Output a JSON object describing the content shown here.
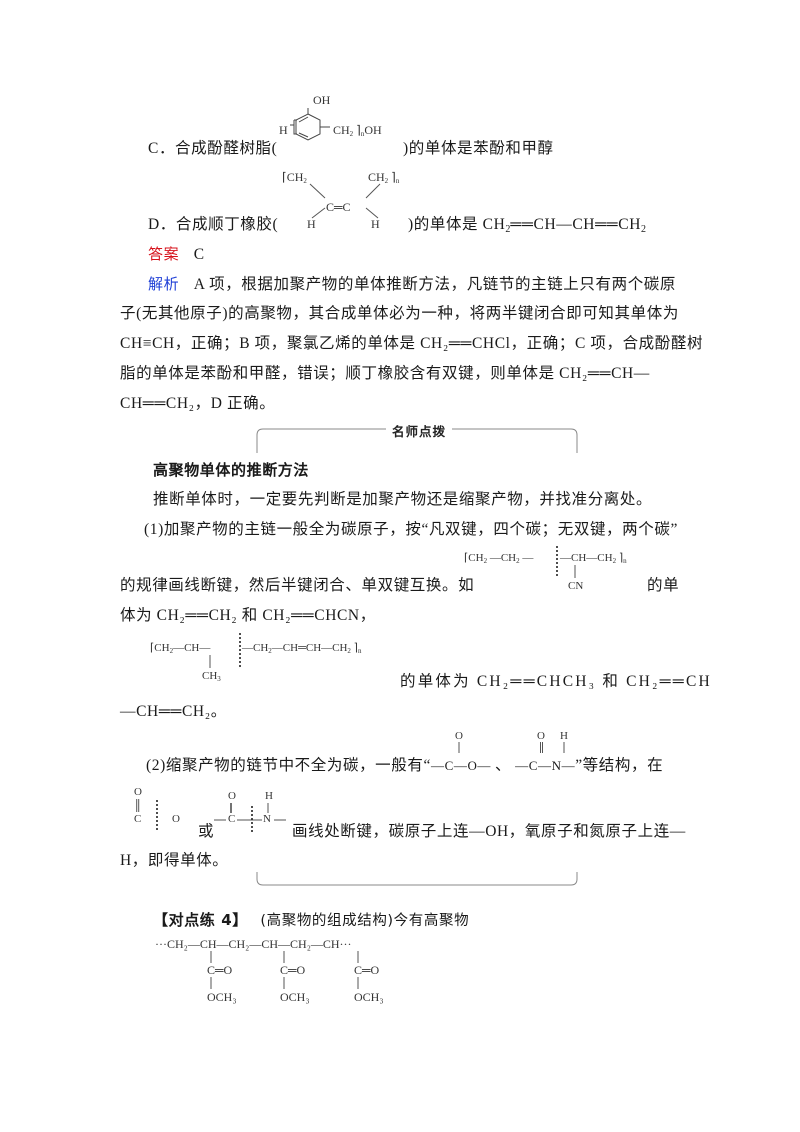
{
  "option_c": {
    "label": "C．合成酚醛树脂(",
    "formula": {
      "top": "OH",
      "left": "H",
      "mid": "CH",
      "sub": "2",
      "n": "n",
      "right": "OH"
    },
    "tail": ")的单体是苯酚和甲醇"
  },
  "option_d": {
    "label": "D．合成顺丁橡胶(",
    "formula": {
      "tl": "CH",
      "tl_sub": "2",
      "tr": "CH",
      "tr_sub": "2",
      "n": "n",
      "cc": "C═C",
      "h1": "H",
      "h2": "H"
    },
    "tail_pre": ")的单体是 CH",
    "tail_sub1": "2",
    "tail_mid": "══CH—CH══CH",
    "tail_sub2": "2"
  },
  "answer": {
    "label": "答案",
    "value": "C"
  },
  "analysis": {
    "label": "解析",
    "lines": [
      "A 项，根据加聚产物的单体推断方法，凡链节的主链上只有两个碳原",
      "子(无其他原子)的高聚物，其合成单体必为一种，将两半键闭合即可知其单体为",
      "CH≡CH，正确；B 项，聚氯乙烯的单体是 CH₂══CHCl，正确；C 项，合成酚醛树",
      "脂的单体是苯酚和甲醛，错误；顺丁橡胶含有双键，则单体是 CH₂══CH—",
      "CH══CH₂，D 正确。"
    ]
  },
  "tip_box": {
    "title": "名师点拨",
    "heading": "高聚物单体的推断方法",
    "intro": "推断单体时，一定要先判断是加聚产物还是缩聚产物，并找准分离处。",
    "p1_line1": "(1)加聚产物的主链一般全为碳原子，按“凡双键，四个碳；无双键，两个碳”",
    "p1_line2": "的规律画线断键，然后半键闭合、单双键互换。如",
    "p1_line2_tail": "的单",
    "p1_line3": "体为 CH₂══CH₂ 和 CH₂══CHCN，",
    "formula1": {
      "a": "CH",
      "b": "CH",
      "c": "CH",
      "d": "CH",
      "sub": "2",
      "branch": "CN",
      "n": "n"
    },
    "formula2": {
      "a": "CH",
      "b": "CH",
      "c": "CH",
      "d": "CH",
      "e": "CH",
      "f": "CH",
      "sub": "2",
      "branch": "CH",
      "branch_sub": "3",
      "n": "n"
    },
    "p1_line4": "的单体为 CH₂══CHCH₃ 和 CH₂══CH",
    "p1_line5": "—CH══CH₂。",
    "p2_line1_pre": "(2)缩聚产物的链节中不全为碳，一般有“",
    "p2_struct1": "—C—O—",
    "p2_sep": "、",
    "p2_struct2": "—C—N—",
    "p2_line1_post": "”等结构，在",
    "p2_line2_or": "或",
    "p2_line2_tail": "画线处断键，碳原子上连—OH，氧原子和氮原子上连—",
    "p2_line3": "H，即得单体。",
    "atoms": {
      "O": "O",
      "H": "H",
      "C": "C",
      "N": "N"
    }
  },
  "exercise": {
    "label": "【对点练 4】",
    "text": "(高聚物的组成结构)今有高聚物",
    "chain": "···CH₂—CH—CH₂—CH—CH₂—CH···",
    "branch_co": "C═O",
    "branch_och3": "OCH₃"
  }
}
